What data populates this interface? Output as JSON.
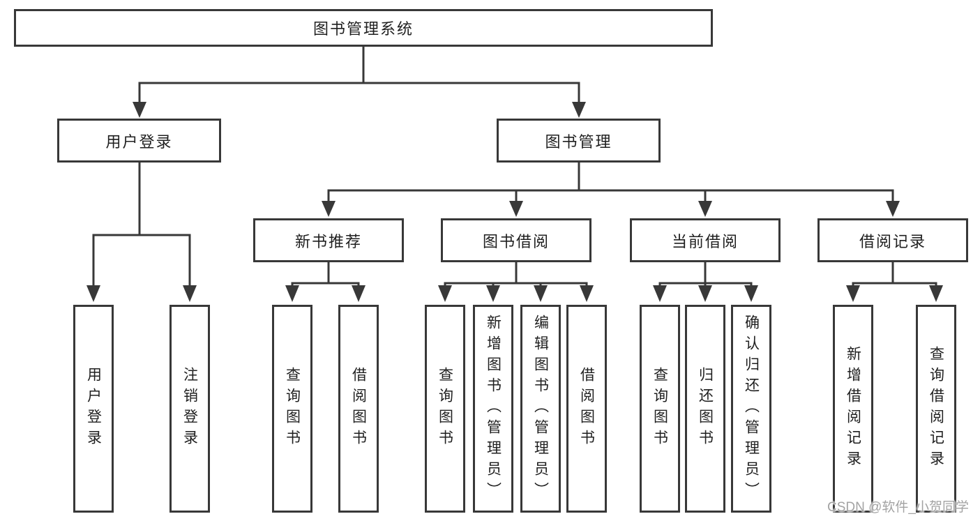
{
  "tree": {
    "root": "图书管理系统",
    "branches": [
      {
        "label": "用户登录",
        "children": [
          "用户登录",
          "注销登录"
        ]
      },
      {
        "label": "图书管理",
        "groups": [
          {
            "label": "新书推荐",
            "children": [
              "查询图书",
              "借阅图书"
            ]
          },
          {
            "label": "图书借阅",
            "children": [
              "查询图书",
              "新增图书（管理员）",
              "编辑图书（管理员）",
              "借阅图书"
            ]
          },
          {
            "label": "当前借阅",
            "children": [
              "查询图书",
              "归还图书",
              "确认归还（管理员）"
            ]
          },
          {
            "label": "借阅记录",
            "children": [
              "新增借阅记录",
              "查询借阅记录"
            ]
          }
        ]
      }
    ]
  },
  "watermark": "CSDN @软件_小贺同学",
  "colors": {
    "line": "#383838",
    "text": "#1f1f1f",
    "watermark": "#a3a3a3",
    "background": "#ffffff"
  }
}
